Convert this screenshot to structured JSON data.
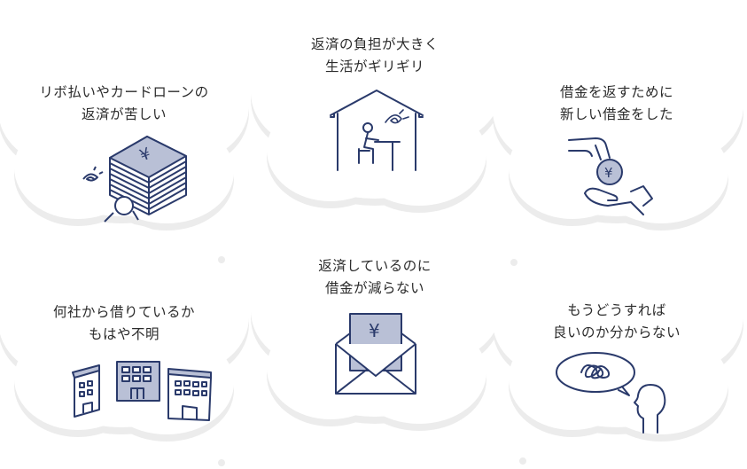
{
  "palette": {
    "cloud_fill": "#ffffff",
    "cloud_shadow": "#ececec",
    "line": "#2a3a6b",
    "accent": "#b9c0d6",
    "text": "#2b2b2b"
  },
  "worries": [
    {
      "line1": "リボ払いやカードローンの",
      "line2": "返済が苦しい",
      "illustration": "collapsed-under-yen-stack"
    },
    {
      "line1": "返済の負担が大きく",
      "line2": "生活がギリギリ",
      "illustration": "worried-person-at-desk-in-house"
    },
    {
      "line1": "借金を返すために",
      "line2": "新しい借金をした",
      "illustration": "hands-passing-yen-coin"
    },
    {
      "line1": "何社から借りているか",
      "line2": "もはや不明",
      "illustration": "three-office-buildings"
    },
    {
      "line1": "返済しているのに",
      "line2": "借金が減らない",
      "illustration": "envelope-with-yen-bill"
    },
    {
      "line1": "もうどうすれば",
      "line2": "良いのか分からない",
      "illustration": "confused-person-thought-bubble"
    }
  ],
  "yen_symbol": "¥"
}
